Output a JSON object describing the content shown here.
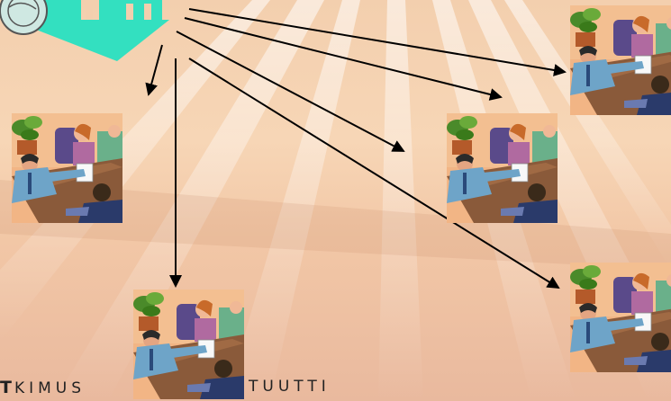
{
  "footer": {
    "left_initial": "T",
    "left_text": "KIMUS",
    "right_text": "TUUTTI"
  },
  "colors": {
    "logo_teal": "#33e0c0",
    "arrow": "#000000",
    "background": "#f3cfae"
  },
  "icons": {
    "clipart": "meeting-clipart-icon",
    "logo": "logo-icon"
  }
}
